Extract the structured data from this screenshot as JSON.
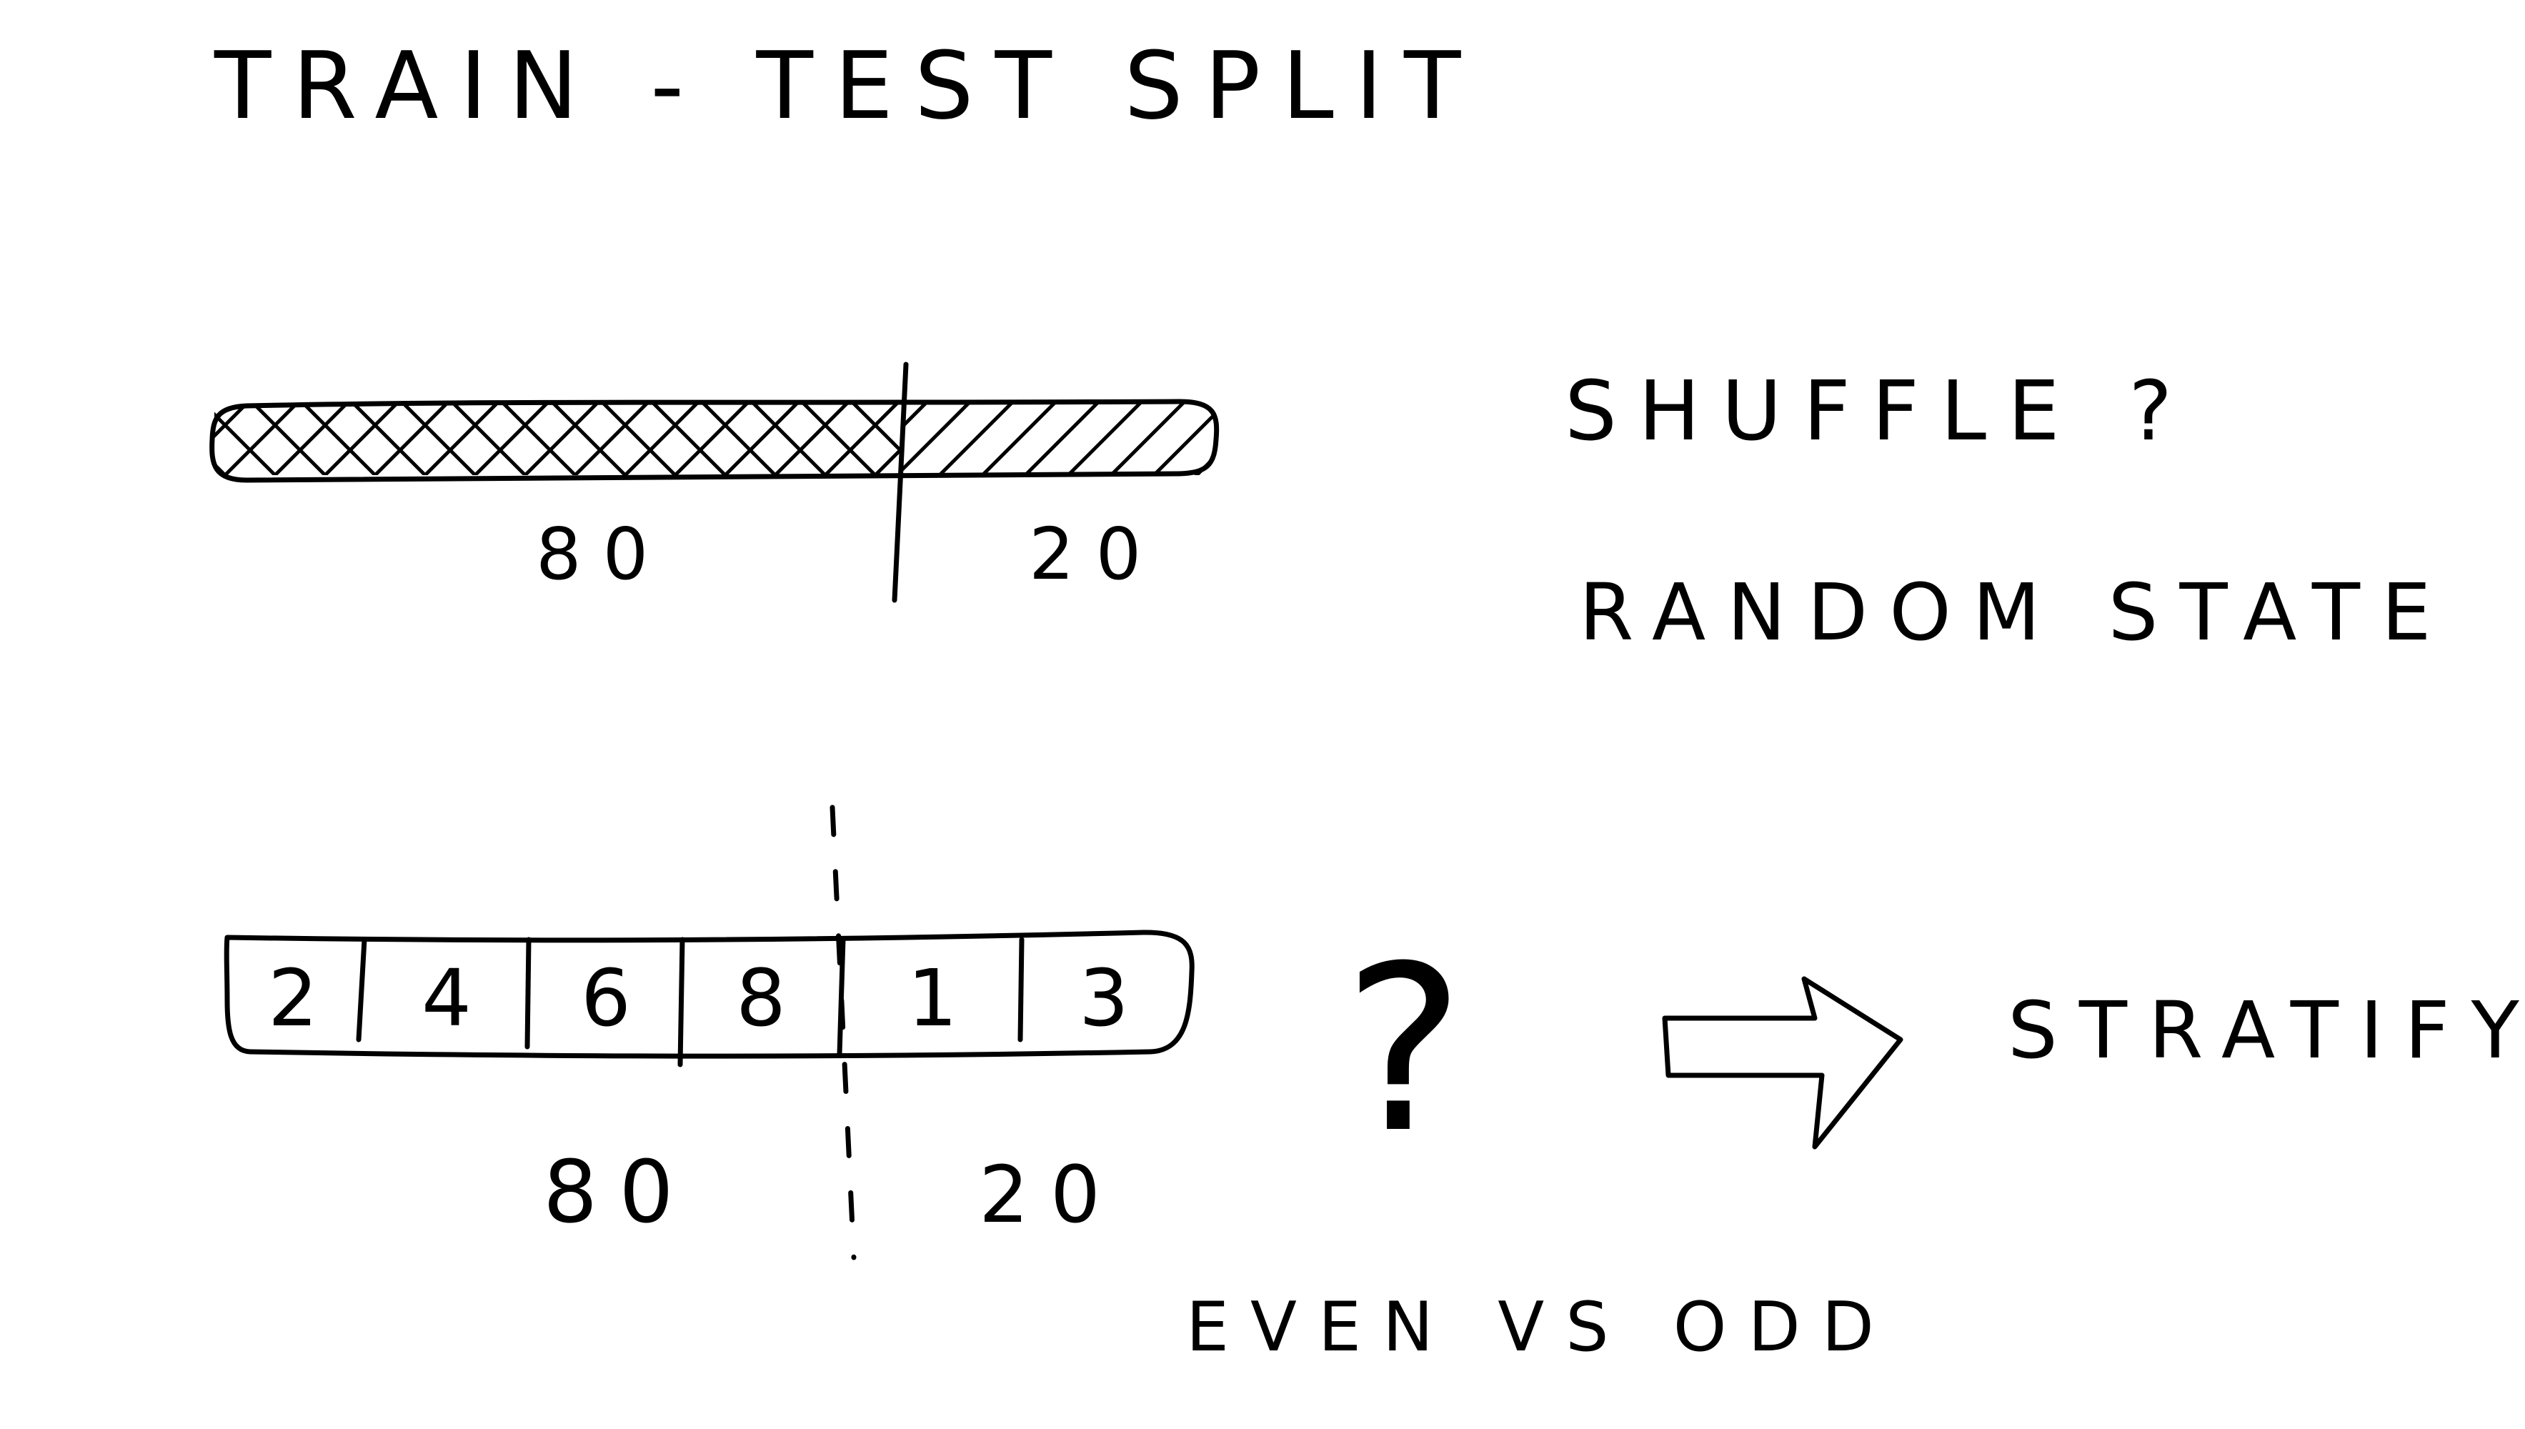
{
  "title": "TRAIN - TEST SPLIT",
  "split_top": {
    "train_label": "80",
    "test_label": "20",
    "train_fraction": 0.8
  },
  "notes": {
    "shuffle": "SHUFFLE ?",
    "random_state": "RANDOM STATE"
  },
  "split_bottom": {
    "cells": [
      "2",
      "4",
      "6",
      "8",
      "1",
      "3"
    ],
    "train_label": "80",
    "test_label": "20",
    "question_mark": "?",
    "result_label": "STRATIFY",
    "caption": "EVEN VS ODD"
  },
  "colors": {
    "ink": "#000000",
    "paper": "#ffffff"
  }
}
